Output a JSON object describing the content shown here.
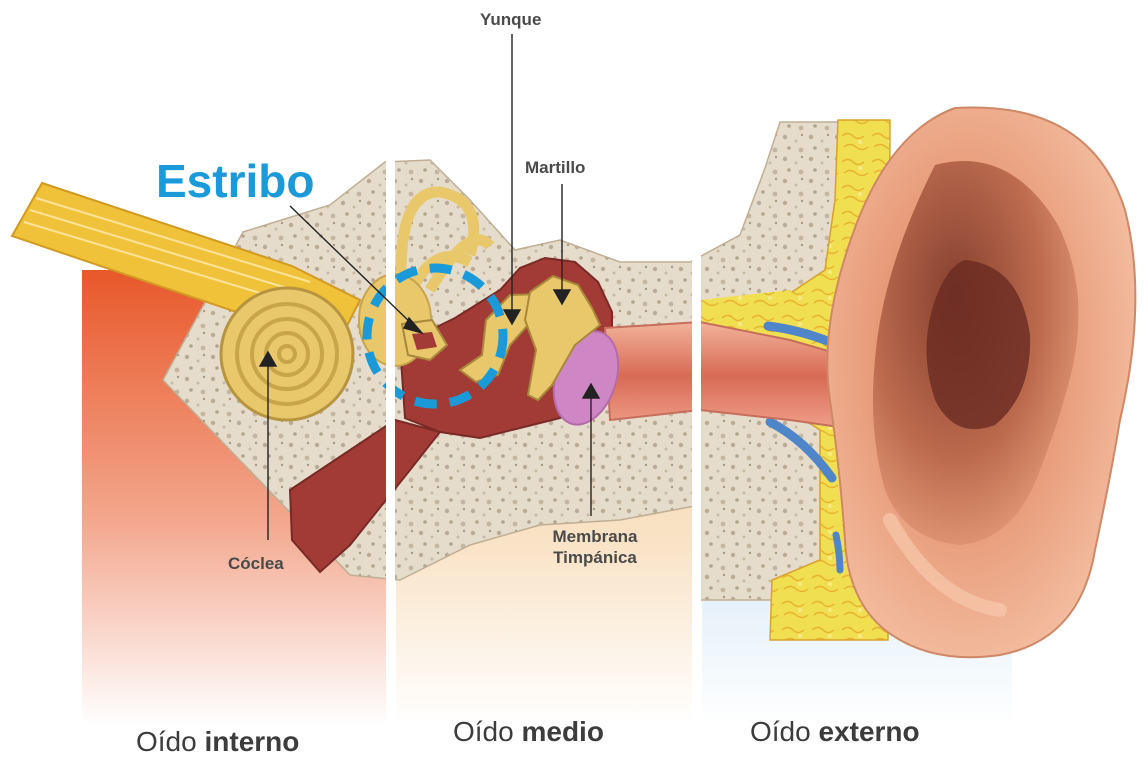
{
  "highlight": {
    "label": "Estribo",
    "color": "#1a9ad9"
  },
  "labels": {
    "yunque": "Yunque",
    "martillo": "Martillo",
    "coclea": "Cóclea",
    "membrana_line1": "Membrana",
    "membrana_line2": "Timpánica"
  },
  "sections": [
    {
      "prefix": "Oído",
      "bold": "interno"
    },
    {
      "prefix": "Oído",
      "bold": "medio"
    },
    {
      "prefix": "Oído",
      "bold": "externo"
    }
  ],
  "colors": {
    "label_text": "#4a4a4a",
    "bone": "#e6dccb",
    "ossicles": "#e8c86a",
    "cavity": "#a23b36",
    "eardrum": "#cf86c4",
    "skin": "#efa783",
    "nerve": "#f0c239",
    "fat": "#f1df52",
    "vessel": "#4f86c9",
    "inner_bg": "#e8582a",
    "middle_bg": "#f4cf9c",
    "outer_bg": "#cfe6f4"
  }
}
